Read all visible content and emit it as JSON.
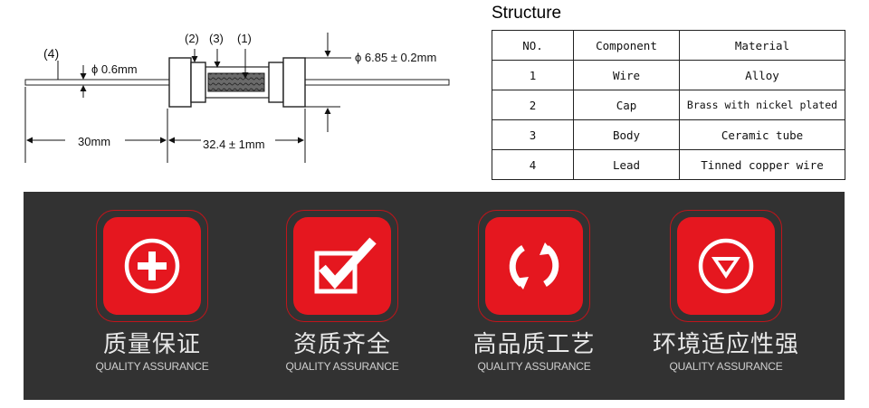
{
  "diagram": {
    "part_labels": [
      "(4)",
      "(2)",
      "(3)",
      "(1)"
    ],
    "wire_diameter": "ϕ 0.6mm",
    "body_diameter": "ϕ 6.85 ± 0.2mm",
    "lead_length": "30mm",
    "body_length": "32.4 ± 1mm"
  },
  "structure": {
    "title": "Structure",
    "headers": [
      "NO.",
      "Component",
      "Material"
    ],
    "rows": [
      [
        "1",
        "Wire",
        "Alloy"
      ],
      [
        "2",
        "Cap",
        "Brass with nickel plated"
      ],
      [
        "3",
        "Body",
        "Ceramic tube"
      ],
      [
        "4",
        "Lead",
        "Tinned copper wire"
      ]
    ]
  },
  "features": [
    {
      "cn": "质量保证",
      "en": "QUALITY ASSURANCE",
      "icon": "plus-circle-icon"
    },
    {
      "cn": "资质齐全",
      "en": "QUALITY ASSURANCE",
      "icon": "checkbox-icon"
    },
    {
      "cn": "高品质工艺",
      "en": "QUALITY ASSURANCE",
      "icon": "refresh-arrows-icon"
    },
    {
      "cn": "环境适应性强",
      "en": "QUALITY ASSURANCE",
      "icon": "chevron-down-circle-icon"
    }
  ],
  "colors": {
    "band": "#323232",
    "accent": "#e5171f"
  }
}
